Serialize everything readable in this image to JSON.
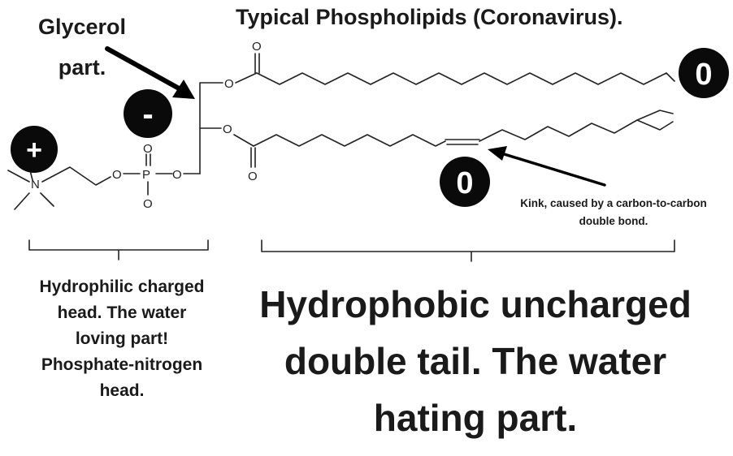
{
  "title": "Typical Phospholipids (Coronavirus).",
  "glycerol_label": "Glycerol part.",
  "head_caption": "Hydrophilic charged head. The water loving part! Phosphate-nitrogen head.",
  "tail_caption": "Hydrophobic uncharged double tail. The water hating part.",
  "kink_label": "Kink, caused by a carbon-to-carbon double bond.",
  "charges": {
    "positive": "+",
    "negative": "-",
    "neutral_top": "0",
    "neutral_kink": "0"
  },
  "atoms": {
    "nitrogen": "N",
    "phosphorus": "P",
    "oxygen": "O"
  },
  "colors": {
    "circle": "#0a0a0a",
    "circle_text": "#ffffff",
    "line": "#222222"
  }
}
